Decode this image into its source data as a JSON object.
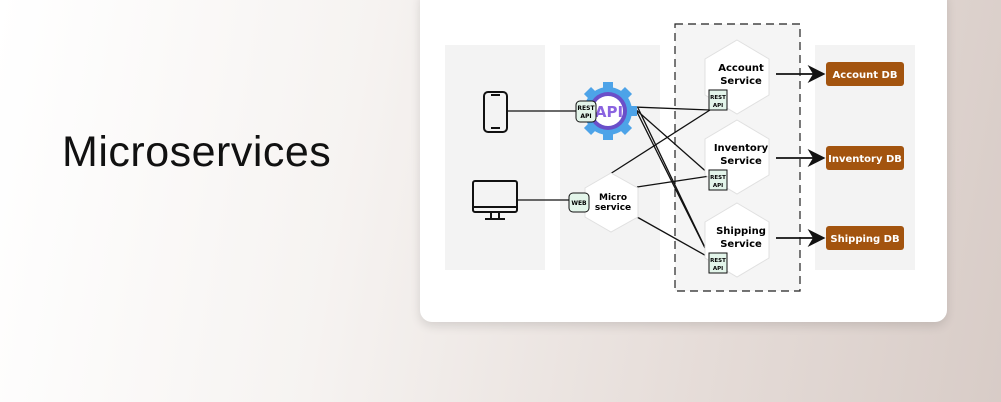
{
  "title": "Microservices",
  "diagram": {
    "api_label": "API",
    "rest": "REST",
    "api": "API",
    "web": "WEB",
    "micro": [
      "Micro",
      "service"
    ],
    "services": [
      {
        "l1": "Account",
        "l2": "Service",
        "db": "Account DB"
      },
      {
        "l1": "Inventory",
        "l2": "Service",
        "db": "Inventory DB"
      },
      {
        "l1": "Shipping",
        "l2": "Service",
        "db": "Shipping DB"
      }
    ]
  },
  "colors": {
    "db": "#a3540f",
    "gear": "#4da3e8",
    "api_ring": "#6a4fc9",
    "badge": "#e3f5ea"
  }
}
